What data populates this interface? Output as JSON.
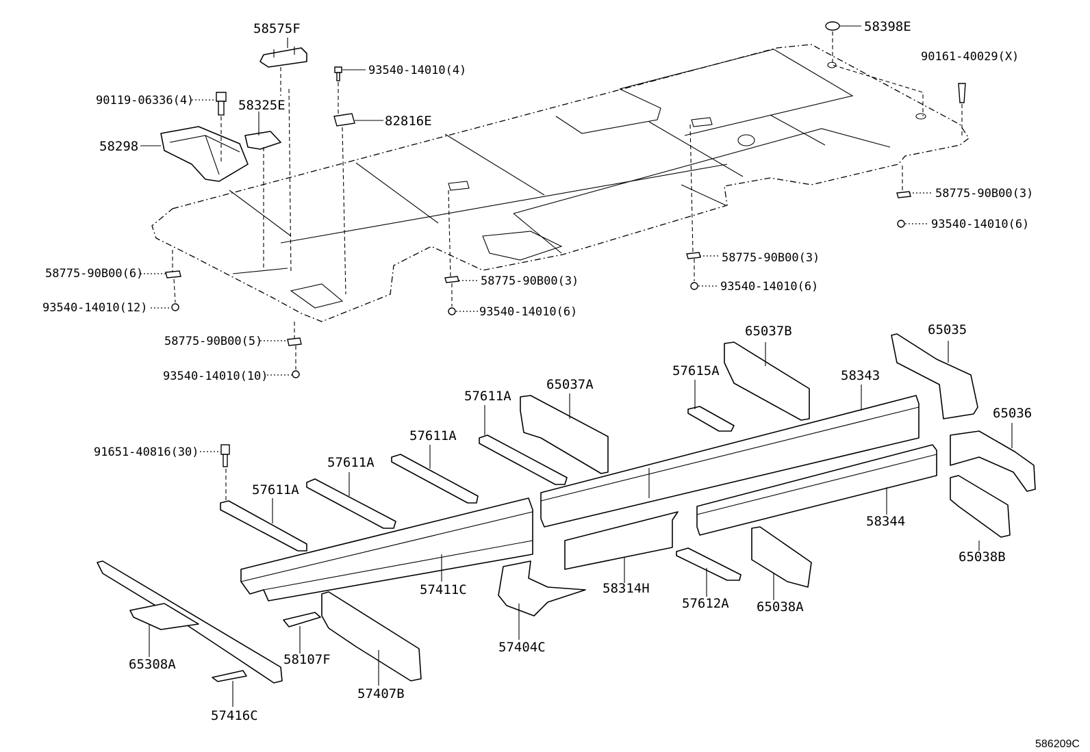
{
  "labels": {
    "p58575F": "58575F",
    "p90119": "90119-06336(4)",
    "p58325E": "58325E",
    "p58298": "58298",
    "p93540_4": "93540-14010(4)",
    "p82816E": "82816E",
    "p58398E": "58398E",
    "p90161": "90161-40029(X)",
    "p58775_3a": "58775-90B00(3)",
    "p93540_6a": "93540-14010(6)",
    "p58775_6": "58775-90B00(6)",
    "p93540_12": "93540-14010(12)",
    "p58775_3b": "58775-90B00(3)",
    "p93540_6b": "93540-14010(6)",
    "p58775_3c": "58775-90B00(3)",
    "p93540_6c": "93540-14010(6)",
    "p58775_5": "58775-90B00(5)",
    "p93540_10": "93540-14010(10)",
    "p65037B": "65037B",
    "p65035": "65035",
    "p57615A": "57615A",
    "p58343": "58343",
    "p65037A": "65037A",
    "p57611A_1": "57611A",
    "p57611A_2": "57611A",
    "p57611A_3": "57611A",
    "p57611A_4": "57611A",
    "p65036": "65036",
    "p91651": "91651-40816(30)",
    "p58344": "58344",
    "p65038B": "65038B",
    "p58314H": "58314H",
    "p57612A": "57612A",
    "p65038A": "65038A",
    "p57411C": "57411C",
    "p57404C": "57404C",
    "p65308A": "65308A",
    "p58107F": "58107F",
    "p57407B": "57407B",
    "p57416C": "57416C"
  },
  "diagram_ref": "586209C"
}
